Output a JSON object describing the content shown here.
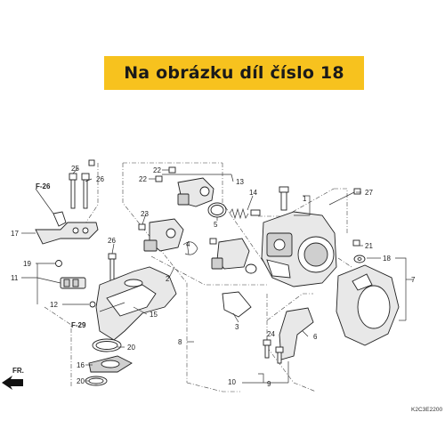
{
  "banner": {
    "text": "Na obrázku díl číslo 18",
    "bg_color": "#f7c21e"
  },
  "diagram": {
    "code": "K2C3E2200",
    "direction": "FR.",
    "refs": {
      "f26": "F-26",
      "f29": "F-29"
    },
    "callouts": [
      "1",
      "2",
      "3",
      "4",
      "5",
      "6",
      "7",
      "8",
      "9",
      "10",
      "11",
      "12",
      "13",
      "14",
      "15",
      "16",
      "17",
      "18",
      "19",
      "20",
      "20",
      "21",
      "22",
      "22",
      "23",
      "24",
      "25",
      "26",
      "26",
      "27"
    ]
  }
}
